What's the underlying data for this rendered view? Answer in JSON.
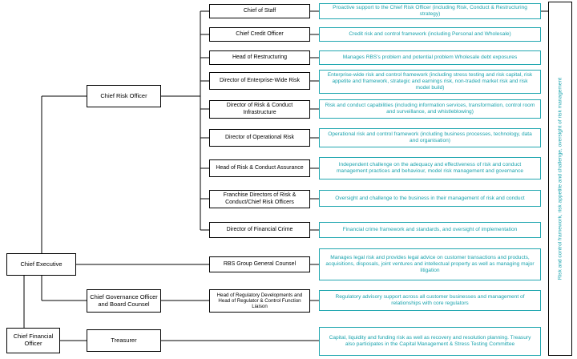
{
  "executives": {
    "ceo": "Chief Executive",
    "cro": "Chief Risk Officer",
    "cgo": "Chief Governance Officer and Board Counsel",
    "cfo": "Chief Financial Officer",
    "treasurer": "Treasurer"
  },
  "cro_reports": [
    {
      "role": "Chief of Staff",
      "description": "Proactive support to the Chief Risk Officer (including Risk, Conduct & Restructuring strategy)"
    },
    {
      "role": "Chief Credit Officer",
      "description": "Credit risk and control framework (including Personal and Wholesale)"
    },
    {
      "role": "Head of Restructuring",
      "description": "Manages RBS's problem and potential problem Wholesale debt exposures"
    },
    {
      "role": "Director of Enterprise-Wide Risk",
      "description": "Enterprise-wide risk and control framework (including stress testing and risk capital, risk appetite and framework, strategic and earnings risk, non-traded market risk and risk model build)"
    },
    {
      "role": "Director of Risk & Conduct Infrastructure",
      "description": "Risk and conduct capabilities (including information services, transformation, control room and surveillance, and whistleblowing)"
    },
    {
      "role": "Director of Operational Risk",
      "description": "Operational risk and control framework (including business processes, technology, data and organisation)"
    },
    {
      "role": "Head of Risk & Conduct Assurance",
      "description": "Independent challenge on the adequacy and effectiveness of risk and conduct management practices and behaviour, model risk management and governance"
    },
    {
      "role": "Franchise Directors of Risk & Conduct/Chief Risk Officers",
      "description": "Oversight and challenge to the business in their management of risk and conduct"
    },
    {
      "role": "Director of Financial Crime",
      "description": "Financial crime framework and standards, and oversight of implementation"
    }
  ],
  "other_reports": [
    {
      "role": "RBS Group General Counsel",
      "description": "Manages legal risk and provides legal advice on customer transactions and products, acquisitions, disposals, joint ventures and intellectual property as well as managing major litigation"
    },
    {
      "role": "Head of Regulatory Developments and Head of Regulator & Control Function Liaison",
      "description": "Regulatory advisory support across all customer businesses and management of relationships with core regulators"
    },
    {
      "role": "",
      "description": "Capital, liquidity and funding risk as well as recovery and resolution planning. Treasury also participates in the Capital Management & Stress Testing Committee"
    }
  ],
  "side_label": "Risk and control framework, risk appetite and challenge, oversight of risk management",
  "colors": {
    "accent": "#22a7b0",
    "accent_text": "#1aa3ad",
    "line": "#000000"
  }
}
